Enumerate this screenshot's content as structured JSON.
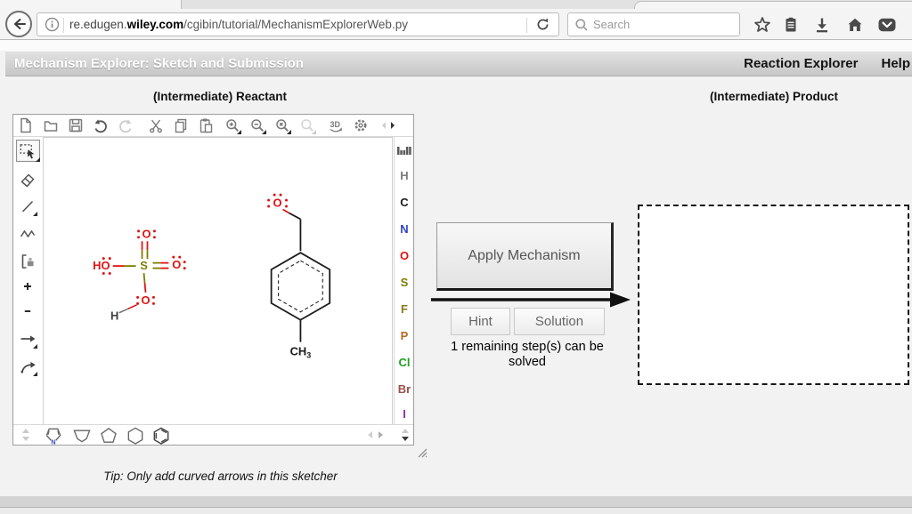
{
  "browser": {
    "url": {
      "prefix": "re.edugen.",
      "domain": "wiley.com",
      "path": "/cgibin/tutorial/MechanismExplorerWeb.py"
    },
    "search_placeholder": "Search"
  },
  "header": {
    "title": "Mechanism Explorer: Sketch and Submission",
    "nav": [
      {
        "label": "Reaction Explorer"
      },
      {
        "label": "Help"
      }
    ]
  },
  "panels": {
    "reactant_title": "(Intermediate) Reactant",
    "product_title": "(Intermediate) Product"
  },
  "sketcher": {
    "tip": "Tip: Only add curved arrows in this sketcher",
    "toolbar_3d_label": "3D",
    "template_n_label": "N",
    "elements": [
      {
        "symbol": "H",
        "color": "#7b7b7b"
      },
      {
        "symbol": "C",
        "color": "#1a1a1a"
      },
      {
        "symbol": "N",
        "color": "#2f43c8"
      },
      {
        "symbol": "O",
        "color": "#e01313"
      },
      {
        "symbol": "S",
        "color": "#7d7d00"
      },
      {
        "symbol": "F",
        "color": "#8a7a1e"
      },
      {
        "symbol": "P",
        "color": "#b5681f"
      },
      {
        "symbol": "Cl",
        "color": "#1fa11f"
      },
      {
        "symbol": "Br",
        "color": "#9a5246"
      },
      {
        "symbol": "I",
        "color": "#8a2bbe"
      }
    ],
    "atom_labels": {
      "s": "S",
      "o": "O",
      "ho": "HO",
      "h": "H",
      "ch": "CH",
      "sub": "3"
    },
    "atom_colors": {
      "o": "#e01313",
      "s": "#7d7d00",
      "h": "#3d3d3d",
      "c": "#1a1a1a"
    }
  },
  "center": {
    "apply_label": "Apply Mechanism",
    "hint_label": "Hint",
    "solution_label": "Solution",
    "status": "1 remaining step(s) can be solved"
  }
}
